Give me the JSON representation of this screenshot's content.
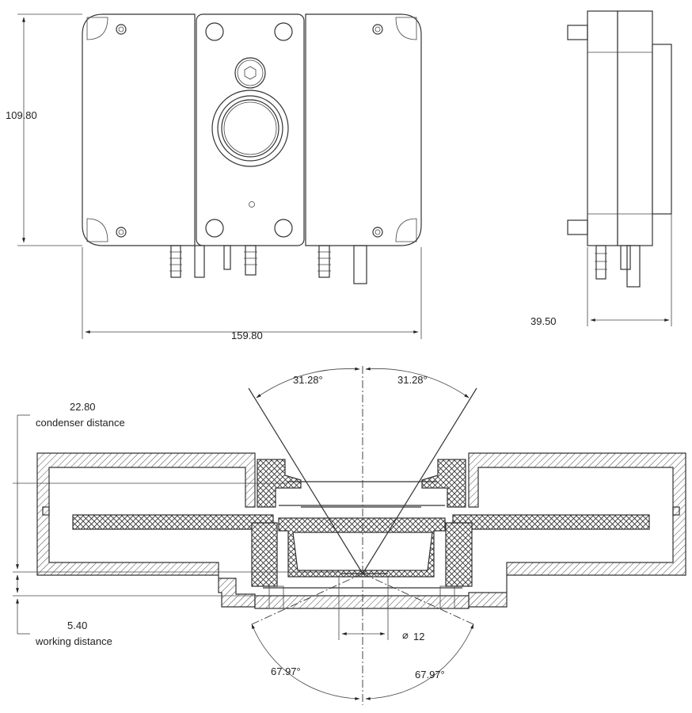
{
  "dimensions": {
    "height": "109.80",
    "width": "159.80",
    "depth": "39.50",
    "condenser_value": "22.80",
    "condenser_label": "condenser distance",
    "working_value": "5.40",
    "working_label": "working distance",
    "angle_top_left": "31.28°",
    "angle_top_right": "31.28°",
    "angle_bottom_left": "67.97°",
    "angle_bottom_right": "67.97°",
    "aperture": "12"
  }
}
